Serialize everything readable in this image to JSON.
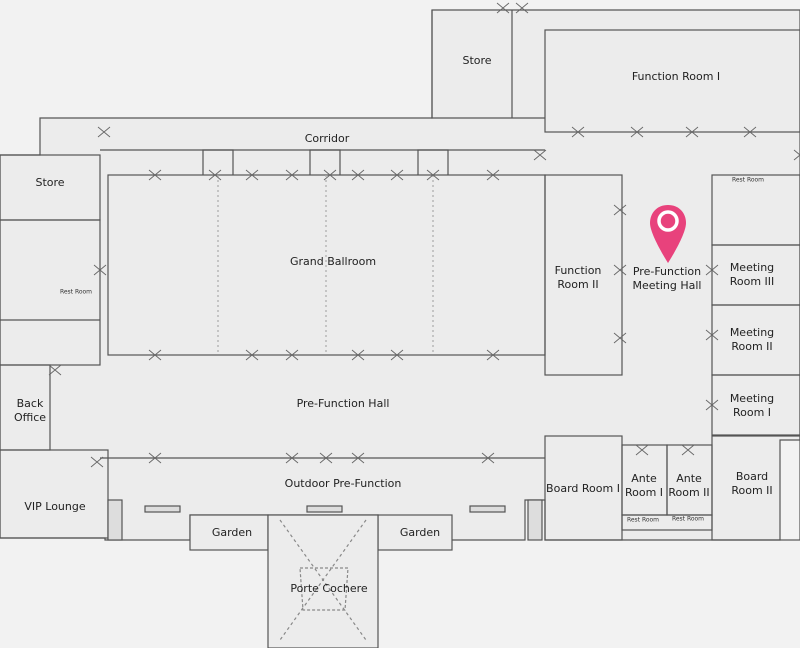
{
  "colors": {
    "background": "#f2f2f2",
    "wall": "#555555",
    "floor": "#ececec",
    "pin": "#e8427c"
  },
  "marker": {
    "icon": "location-pin-icon",
    "location": "Pre-Function Meeting Hall"
  },
  "labels": {
    "store_top": "Store",
    "function_room_1": "Function Room I",
    "corridor": "Corridor",
    "store_left": "Store",
    "grand_ballroom": "Grand Ballroom",
    "rest_room_left": "Rest Room",
    "function_room_2_l1": "Function",
    "function_room_2_l2": "Room II",
    "prefunction_meeting_l1": "Pre-Function",
    "prefunction_meeting_l2": "Meeting Hall",
    "rest_room_right": "Rest Room",
    "meeting_room_3_l1": "Meeting",
    "meeting_room_3_l2": "Room III",
    "meeting_room_2_l1": "Meeting",
    "meeting_room_2_l2": "Room II",
    "meeting_room_1_l1": "Meeting",
    "meeting_room_1_l2": "Room I",
    "back_office_l1": "Back",
    "back_office_l2": "Office",
    "prefunction_hall": "Pre-Function Hall",
    "outdoor_prefunction": "Outdoor Pre-Function",
    "vip_lounge": "VIP Lounge",
    "board_room_1": "Board Room I",
    "ante_room_1_l1": "Ante",
    "ante_room_1_l2": "Room I",
    "ante_room_2_l1": "Ante",
    "ante_room_2_l2": "Room II",
    "board_room_2_l1": "Board",
    "board_room_2_l2": "Room II",
    "rest_room_ante_1": "Rest Room",
    "rest_room_ante_2": "Rest Room",
    "garden_left": "Garden",
    "garden_right": "Garden",
    "porte_cochere": "Porte Cochere"
  }
}
